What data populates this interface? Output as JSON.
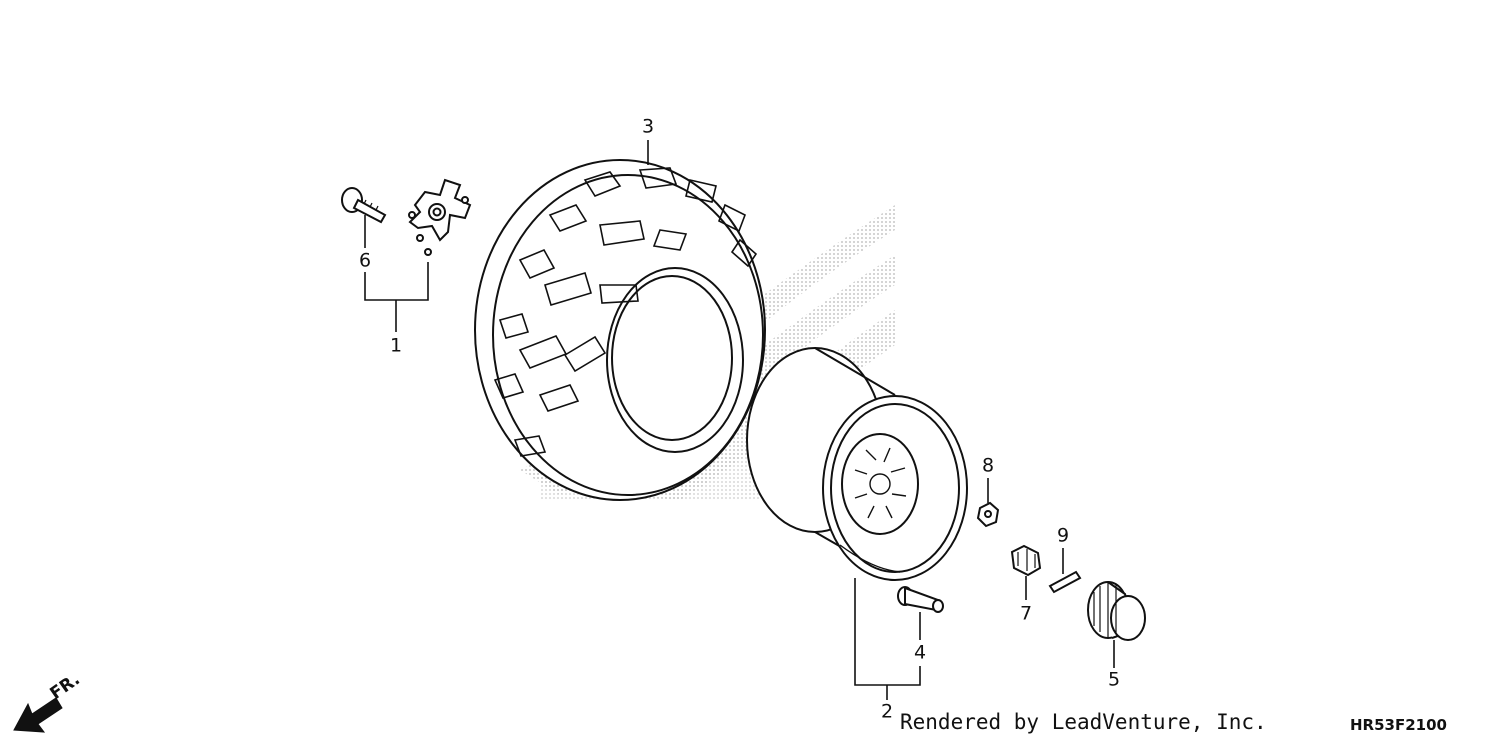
{
  "callouts": [
    {
      "id": "1",
      "label": "1",
      "part": "wheel-hub-assembly"
    },
    {
      "id": "2",
      "label": "2",
      "part": "rim-assembly"
    },
    {
      "id": "3",
      "label": "3",
      "part": "tire"
    },
    {
      "id": "4",
      "label": "4",
      "part": "valve-stem"
    },
    {
      "id": "5",
      "label": "5",
      "part": "hub-cap"
    },
    {
      "id": "6",
      "label": "6",
      "part": "hub-bolt"
    },
    {
      "id": "7",
      "label": "7",
      "part": "castle-nut"
    },
    {
      "id": "8",
      "label": "8",
      "part": "wheel-nut"
    },
    {
      "id": "9",
      "label": "9",
      "part": "cotter-pin"
    }
  ],
  "footer": {
    "credit": "Rendered by LeadVenture, Inc.",
    "diagram_code": "HR53F2100",
    "front_label": "FR."
  },
  "icons": {
    "front_arrow": "arrow-down-left-icon",
    "watermark": "wing-logo-watermark"
  },
  "colors": {
    "line": "#111111",
    "watermark": "#d9d9d9"
  }
}
